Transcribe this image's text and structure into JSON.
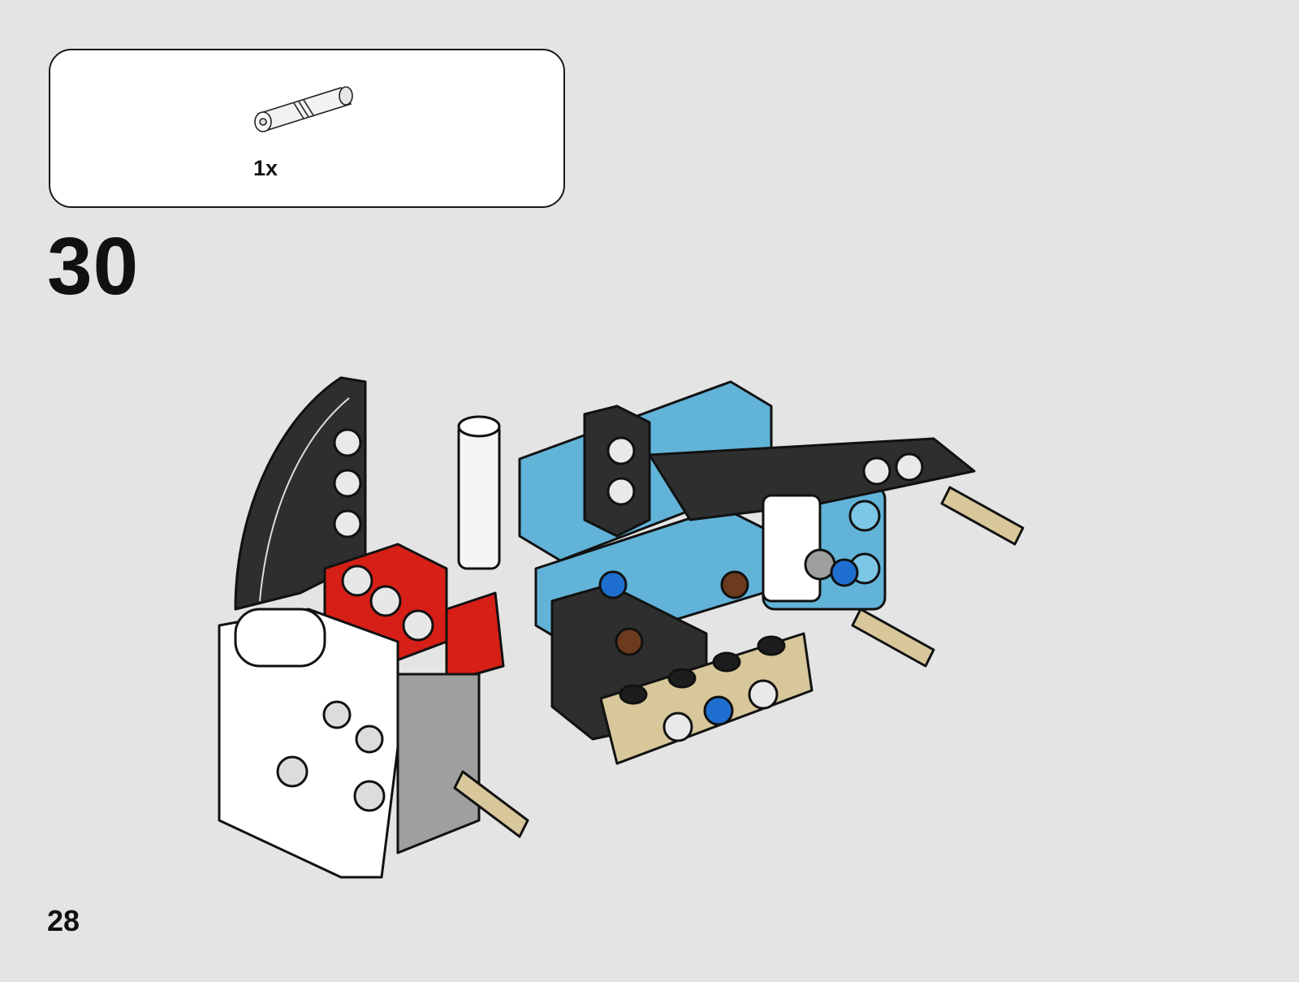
{
  "parts_list": {
    "items": [
      {
        "icon": "connector-pin-icon",
        "quantity": "1x"
      }
    ]
  },
  "step": {
    "number": "30"
  },
  "page": {
    "number": "28"
  },
  "colors": {
    "background": "#e3e4e3",
    "black_beam": "#2e2e2e",
    "azure": "#62b3d8",
    "red": "#d61f16",
    "tan": "#d8c79a",
    "white": "#ffffff",
    "grey": "#9ea0a0",
    "blue": "#1f6fd1",
    "brown": "#6b3a1f"
  }
}
